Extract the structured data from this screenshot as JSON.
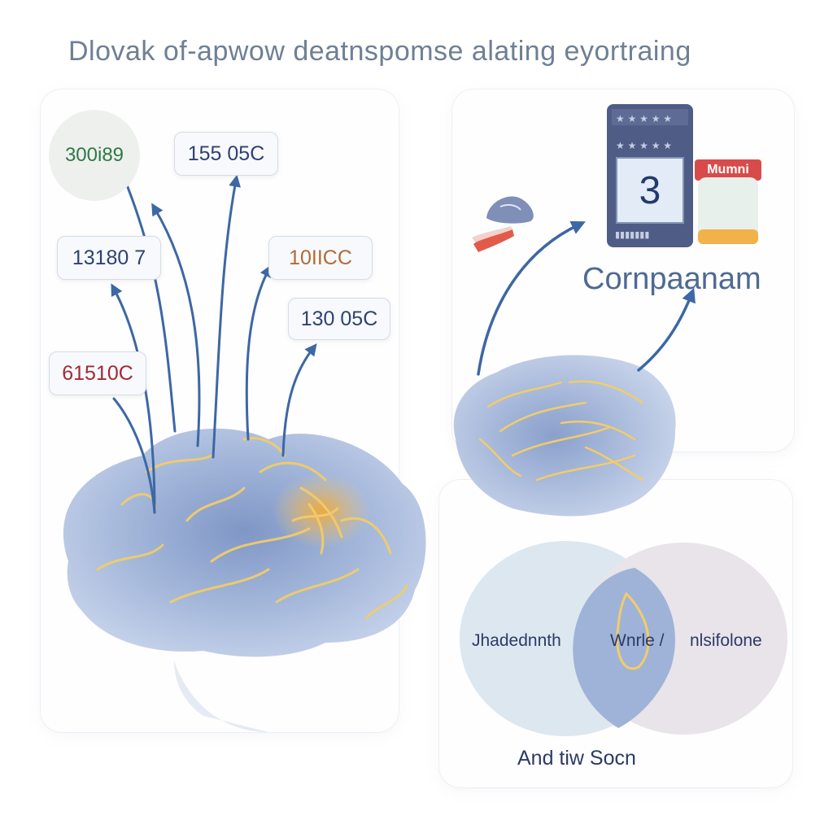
{
  "title": "Dlovak of-apwow deatnspomse alating eyortraing",
  "left_panel": {
    "labels": [
      {
        "id": "label-1",
        "text": "300i89",
        "color": "#2e7a45"
      },
      {
        "id": "label-2",
        "text": "155 05C",
        "color": "#2f4172"
      },
      {
        "id": "label-3",
        "text": "13180 7",
        "color": "#2f4172"
      },
      {
        "id": "label-4",
        "text": "10IICC",
        "color": "#b36a35"
      },
      {
        "id": "label-5",
        "text": "130 05C",
        "color": "#2f4172"
      },
      {
        "id": "label-6",
        "text": "61510C",
        "color": "#a32a35"
      }
    ]
  },
  "top_right_panel": {
    "calendar_number": "3",
    "jar_label": "Mumni",
    "company_label": "Cornpaanam"
  },
  "bottom_right_panel": {
    "venn_left": "Jhadednnth",
    "venn_middle": "Wnrle /",
    "venn_right": "nlsifolone",
    "venn_bottom": "And tiw Socn"
  },
  "colors": {
    "brain_blue": "#a9bbdc",
    "brain_shadow": "#7f97c6",
    "fold_yellow": "#f2cc6a",
    "arrow_blue": "#3d67a5",
    "venn_left": "#dde7f0",
    "venn_right": "#e9e3ea",
    "venn_overlap": "#9fb3d8"
  }
}
